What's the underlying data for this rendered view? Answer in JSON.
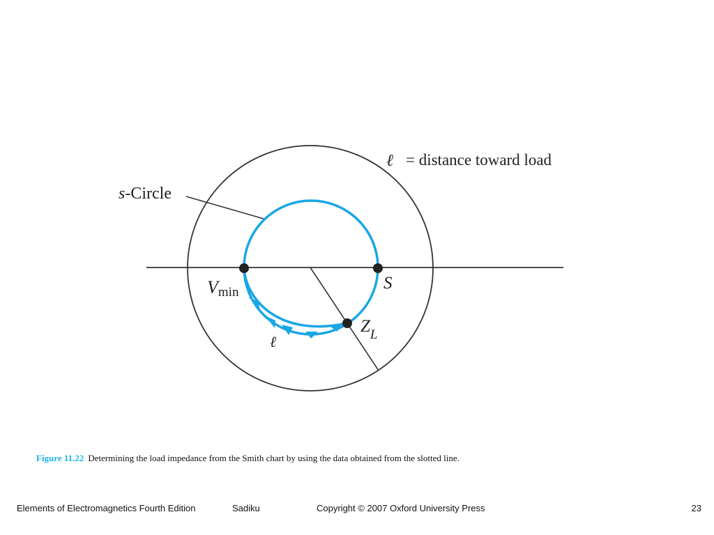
{
  "diagram": {
    "annotation_distance": "= distance toward load",
    "ell_symbol": "ℓ",
    "s_circle": {
      "italic": "s",
      "rest": "-Circle"
    },
    "v_min": {
      "main": "V",
      "sub": "min"
    },
    "s_label": "S",
    "z_load": {
      "main": "Z",
      "sub": "L"
    },
    "path_label": "ℓ",
    "colors": {
      "s_circle": "#1aa7e4",
      "lines": "#333333",
      "points": "#222222"
    }
  },
  "caption": {
    "figure_label": "Figure 11.22",
    "text": "Determining the load impedance from the Smith chart by using the data obtained from the slotted line."
  },
  "footer": {
    "book": "Elements of Electromagnetics Fourth Edition",
    "author": "Sadiku",
    "copyright": "Copyright © 2007 Oxford University Press",
    "page": "23"
  }
}
